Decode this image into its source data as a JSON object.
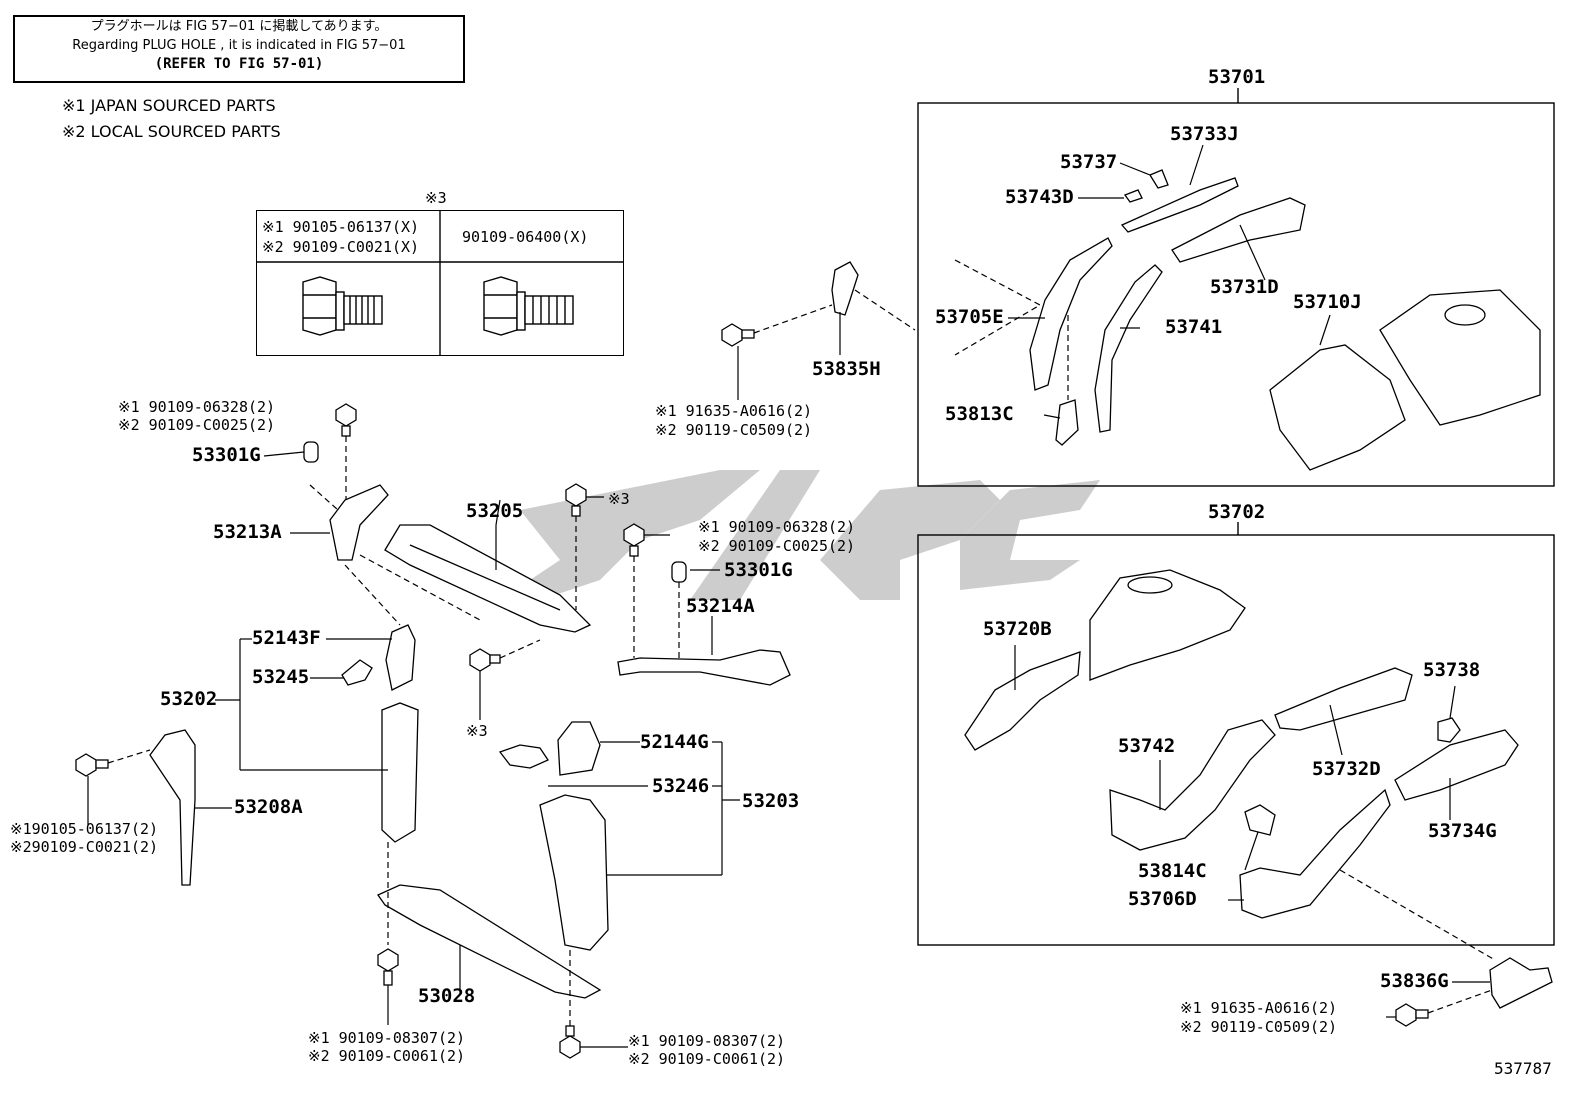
{
  "reference_box": {
    "line1": "プラグホールは FIG 57−01 に掲載してあります。",
    "line2": "Regarding PLUG HOLE , it is indicated in FIG 57−01",
    "line3": "(REFER TO FIG 57-01)"
  },
  "legend": {
    "note1": "※1  JAPAN SOURCED PARTS",
    "note2": "※2  LOCAL SOURCED PARTS"
  },
  "bolt_table": {
    "mark": "※3",
    "left_line1": "※1 90105-06137(X)",
    "left_line2": "※2 90109-C0021(X)",
    "right_line1": "90109-06400(X)"
  },
  "groups": {
    "g53701": "53701",
    "g53702": "53702"
  },
  "parts": {
    "p53733J": "53733J",
    "p53737": "53737",
    "p53743D": "53743D",
    "p53705E": "53705E",
    "p53731D": "53731D",
    "p53710J": "53710J",
    "p53741": "53741",
    "p53813C": "53813C",
    "p53835H": "53835H",
    "p53301G_a": "53301G",
    "p53213A": "53213A",
    "p53205": "53205",
    "p53301G_b": "53301G",
    "p53214A": "53214A",
    "p52143F": "52143F",
    "p53245": "53245",
    "p53202": "53202",
    "p53208A": "53208A",
    "p52144G": "52144G",
    "p53246": "53246",
    "p53203": "53203",
    "p53028": "53028",
    "p53720B": "53720B",
    "p53738": "53738",
    "p53742": "53742",
    "p53732D": "53732D",
    "p53734G": "53734G",
    "p53814C": "53814C",
    "p53706D": "53706D",
    "p53836G": "53836G"
  },
  "fasteners": {
    "f1a": "※1 90109-06328(2)",
    "f1b": "※2 90109-C0025(2)",
    "f2a": "※1 91635-A0616(2)",
    "f2b": "※2 90119-C0509(2)",
    "f3": "※3",
    "f4a": "※1 90109-06328(2)",
    "f4b": "※2 90109-C0025(2)",
    "f5": "※3",
    "f6a": "※190105-06137(2)",
    "f6b": "※290109-C0021(2)",
    "f7a": "※1 90109-08307(2)",
    "f7b": "※2 90109-C0061(2)",
    "f8a": "※1 90109-08307(2)",
    "f8b": "※2 90109-C0061(2)",
    "f9a": "※1 91635-A0616(2)",
    "f9b": "※2 90119-C0509(2)"
  },
  "figure_number": "537787",
  "colors": {
    "ink": "#000000",
    "watermark": "#c8c8c8"
  }
}
